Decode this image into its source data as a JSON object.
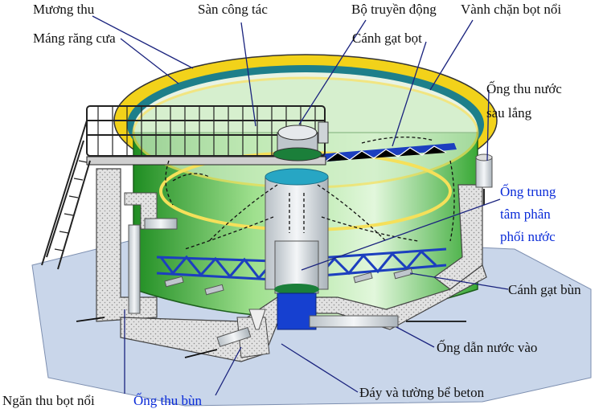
{
  "labels": {
    "muong_thu": "Mương thu",
    "san_cong_tac": "Sàn công tác",
    "bo_truyen_dong": "Bộ truyền động",
    "vanh_chan_bot_noi": "Vành chặn bọt nổi",
    "mang_rang_cua": "Máng răng cưa",
    "canh_gat_bot": "Cánh gạt bọt",
    "ong_thu_nuoc_line1": "Ống thu nước",
    "ong_thu_nuoc_line2": "sau lắng",
    "ong_trung_tam_line1": "Ống trung",
    "ong_trung_tam_line2": "tâm phân",
    "ong_trung_tam_line3": "phối nước",
    "canh_gat_bun": "Cánh gạt bùn",
    "ong_dan_nuoc_vao": "Ống dẫn nước vào",
    "day_va_tuong": "Đáy và tường bể beton",
    "ngan_thu_bot_noi": "Ngăn thu bọt nổi",
    "ong_thu_bun": "Ống thu bùn"
  },
  "colors": {
    "tank_wall": "#2fa62b",
    "tank_light": "#c8efc0",
    "yellow_channel": "#f2d21a",
    "weir_teeth": "#1e7f8a",
    "concrete": "#d8d8d8",
    "ground": "#c9d6ea",
    "central_pipe": "#d9dfe4",
    "blue_truss": "#1c3fbf",
    "inlet_blue": "#1640d0",
    "label_blue": "#0a2bd8"
  }
}
